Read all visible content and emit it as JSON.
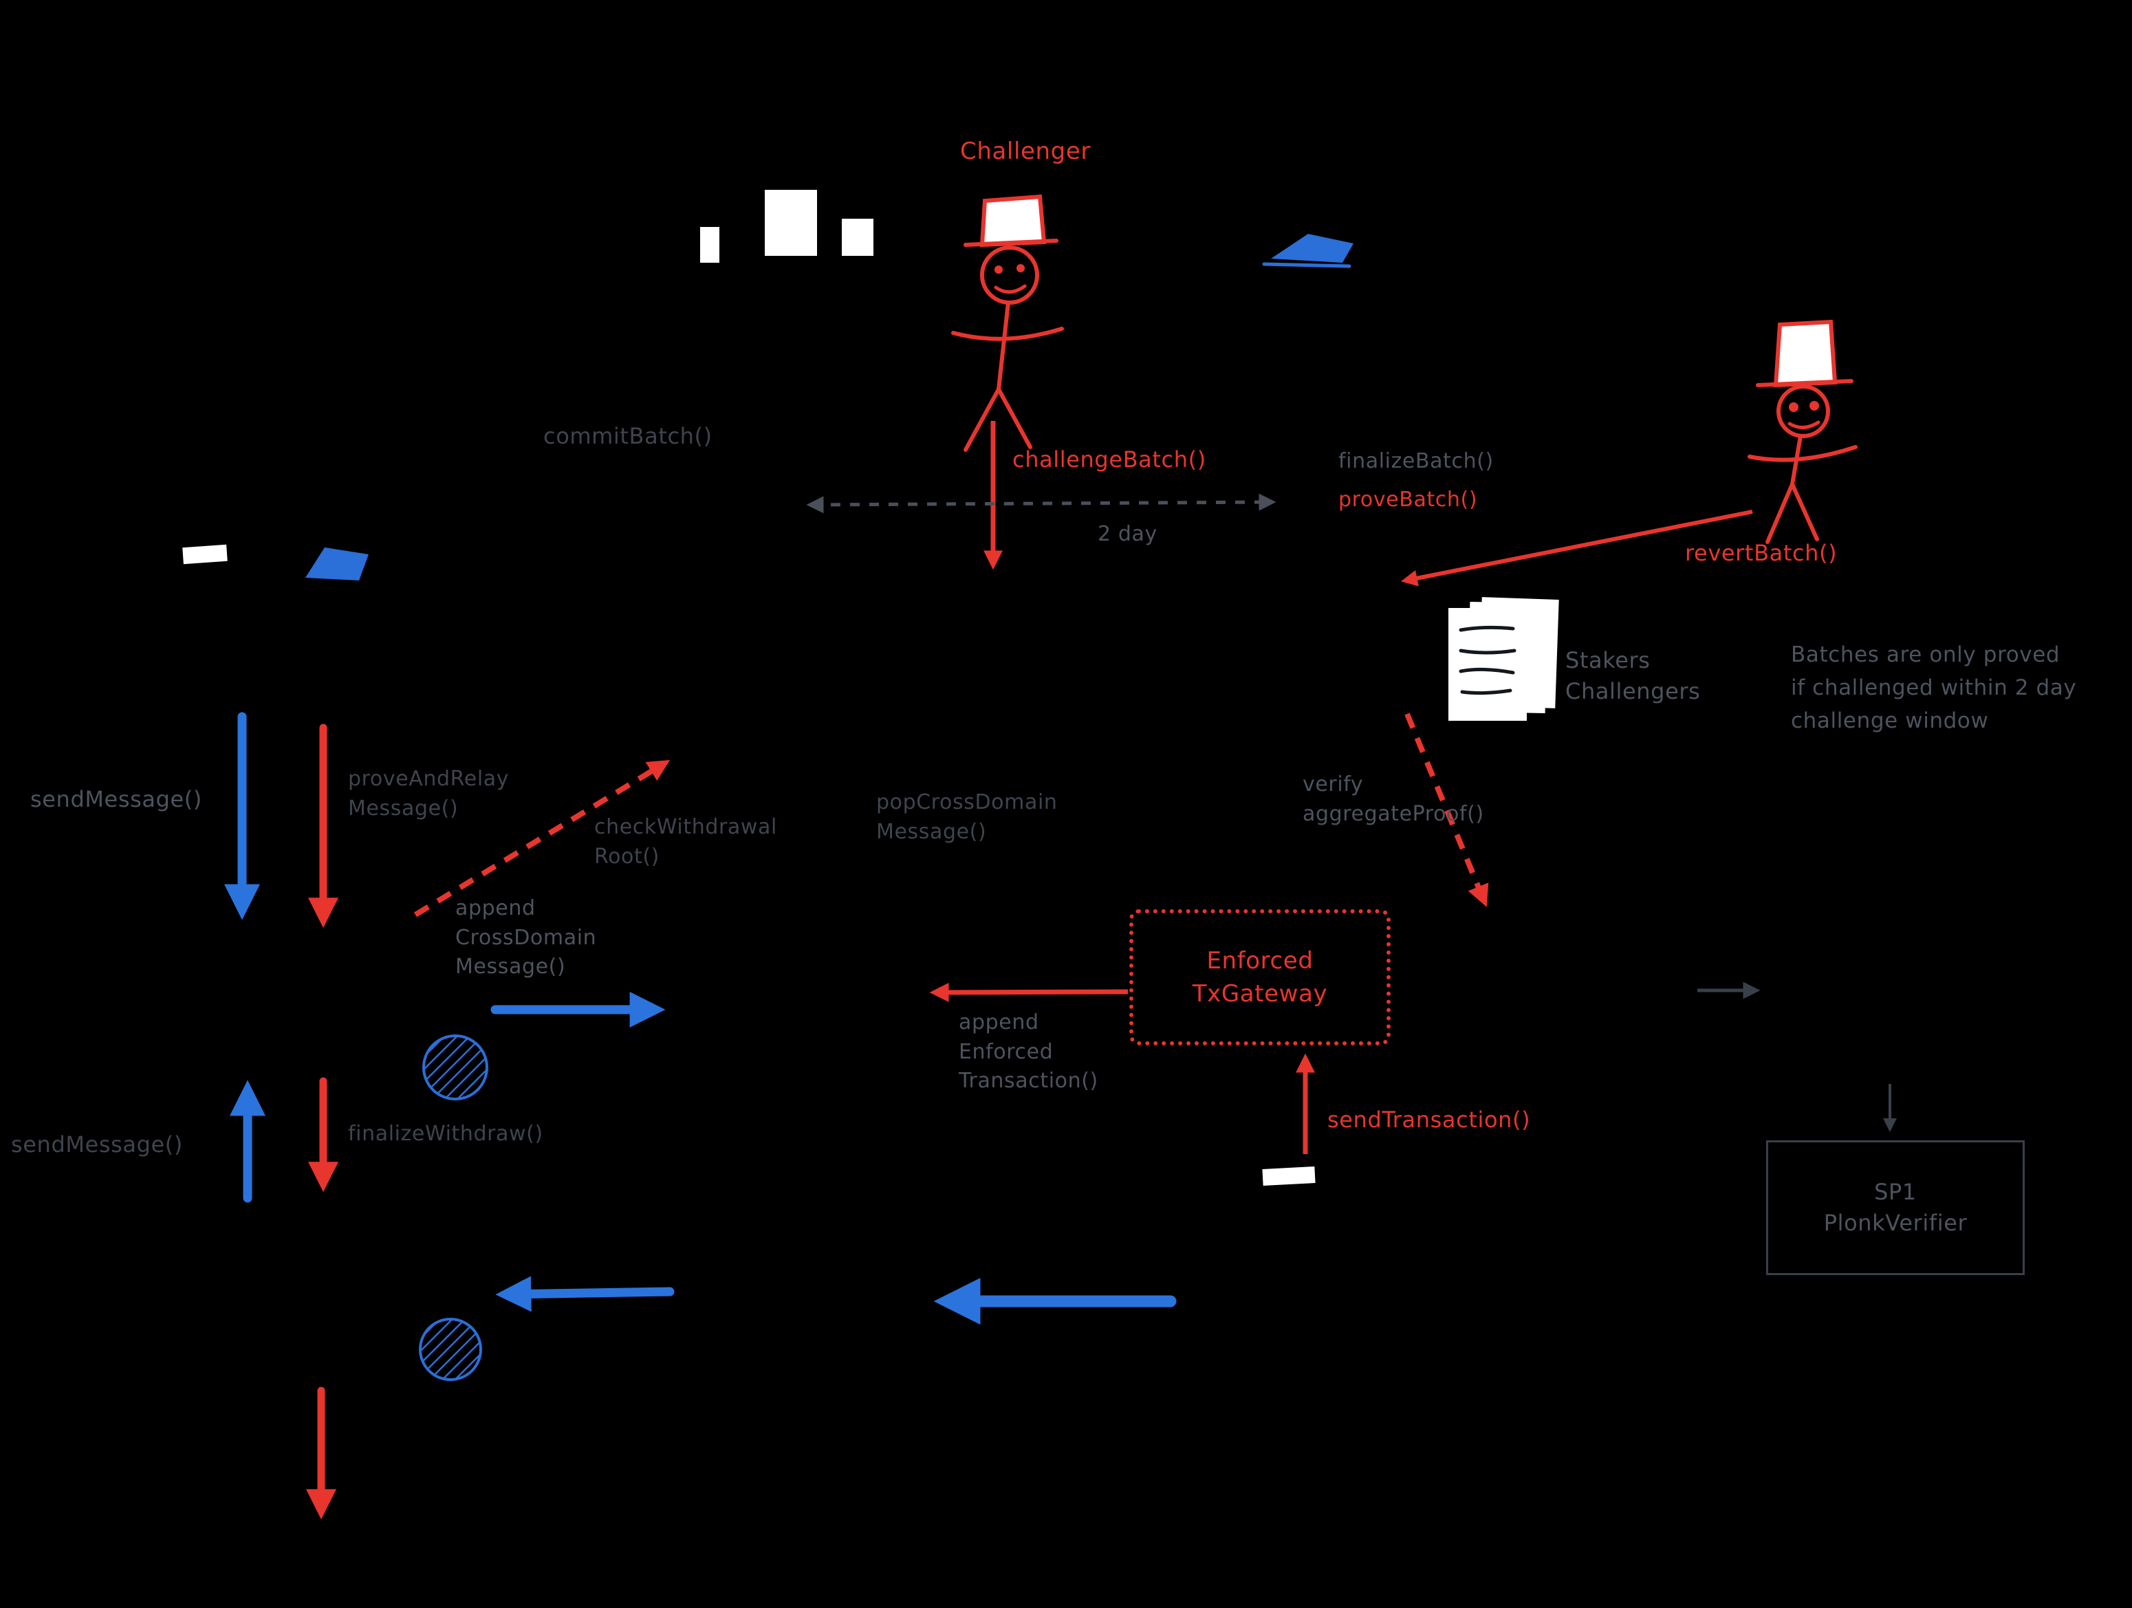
{
  "colors": {
    "background": "#000000",
    "red": "#e8352e",
    "blue": "#2b74dd",
    "gray_label": "#4d545e",
    "dim_label": "#3e454e",
    "white": "#ffffff"
  },
  "labels": {
    "challenger": "Challenger",
    "commit_batch": "commitBatch()",
    "challenge_batch": "challengeBatch()",
    "two_day": "2 day",
    "finalize_batch": "finalizeBatch()",
    "prove_batch": "proveBatch()",
    "revert_batch": "revertBatch()",
    "stakers_challengers": "Stakers\nChallengers",
    "challenge_note": "Batches are only proved\nif challenged within 2 day\nchallenge window",
    "send_message_top": "sendMessage()",
    "prove_and_relay": "proveAndRelay\nMessage()",
    "check_withdrawal": "checkWithdrawal\nRoot()",
    "pop_cross_domain": "popCrossDomain\nMessage()",
    "verify_aggregate_proof": "verify\naggregateProof()",
    "append_cross_domain": "append\nCrossDomain\nMessage()",
    "enforced_tx_gateway": "Enforced\nTxGateway",
    "append_enforced_tx": "append\nEnforced\nTransaction()",
    "send_transaction": "sendTransaction()",
    "send_message_bottom": "sendMessage()",
    "finalize_withdraw": "finalizeWithdraw()",
    "sp1_plonk_verifier": "SP1\nPlonkVerifier"
  },
  "icons": {
    "challenger_figure": "stick-figure-top-hat",
    "staker_figure": "stick-figure-top-hat",
    "documents": "stacked-papers",
    "blocks": "white-blocks",
    "laptop_top": "blue-laptop-sketch",
    "laptop_left": "blue-laptop-sketch",
    "white_bar_left": "white-bar",
    "white_bar_bottom": "white-bar",
    "hatched_circle_upper": "blue-hatched-token",
    "hatched_circle_lower": "blue-hatched-token"
  }
}
